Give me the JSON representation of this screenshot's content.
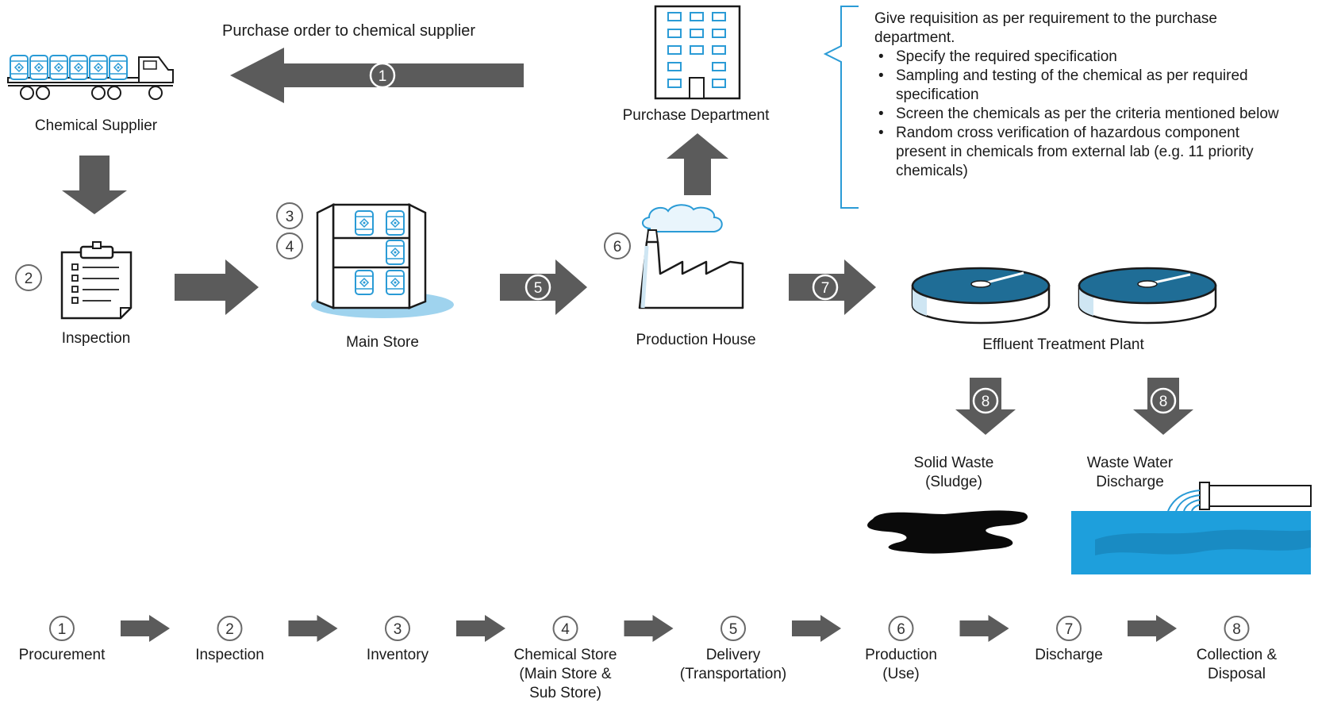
{
  "flow": {
    "purchase_order_label": "Purchase order to chemical supplier",
    "chemical_supplier_label": "Chemical Supplier",
    "inspection_label": "Inspection",
    "main_store_label": "Main Store",
    "production_house_label": "Production House",
    "purchase_department_label": "Purchase Department",
    "etp_label": "Effluent Treatment Plant",
    "solid_waste_label_1": "Solid Waste",
    "solid_waste_label_2": "(Sludge)",
    "waste_water_label_1": "Waste Water",
    "waste_water_label_2": "Discharge"
  },
  "badges": {
    "b1": "1",
    "b2": "2",
    "b3": "3",
    "b4": "4",
    "b5": "5",
    "b6": "6",
    "b7": "7",
    "b8a": "8",
    "b8b": "8"
  },
  "note": {
    "intro": "Give requisition as per requirement to the purchase department.",
    "bullets": [
      "Specify the required specification",
      "Sampling and testing of the chemical as per required specification",
      "Screen the chemicals as per the criteria mentioned below",
      "Random cross verification of hazardous component present in chemicals from external lab (e.g. 11 priority chemicals)"
    ]
  },
  "stages": [
    {
      "num": "1",
      "line1": "Procurement",
      "line2": "",
      "line3": ""
    },
    {
      "num": "2",
      "line1": "Inspection",
      "line2": "",
      "line3": ""
    },
    {
      "num": "3",
      "line1": "Inventory",
      "line2": "",
      "line3": ""
    },
    {
      "num": "4",
      "line1": "Chemical Store",
      "line2": "(Main Store &",
      "line3": "Sub Store)"
    },
    {
      "num": "5",
      "line1": "Delivery",
      "line2": "(Transportation)",
      "line3": ""
    },
    {
      "num": "6",
      "line1": "Production",
      "line2": "(Use)",
      "line3": ""
    },
    {
      "num": "7",
      "line1": "Discharge",
      "line2": "",
      "line3": ""
    },
    {
      "num": "8",
      "line1": "Collection &",
      "line2": "Disposal",
      "line3": ""
    }
  ],
  "colors": {
    "arrow": "#5b5b5b",
    "accent_blue": "#2a9bd6",
    "etp_dark": "#1f6d96",
    "etp_light": "#cfe6f3",
    "water": "#1e9fdc",
    "sludge": "#0a0a0a"
  }
}
